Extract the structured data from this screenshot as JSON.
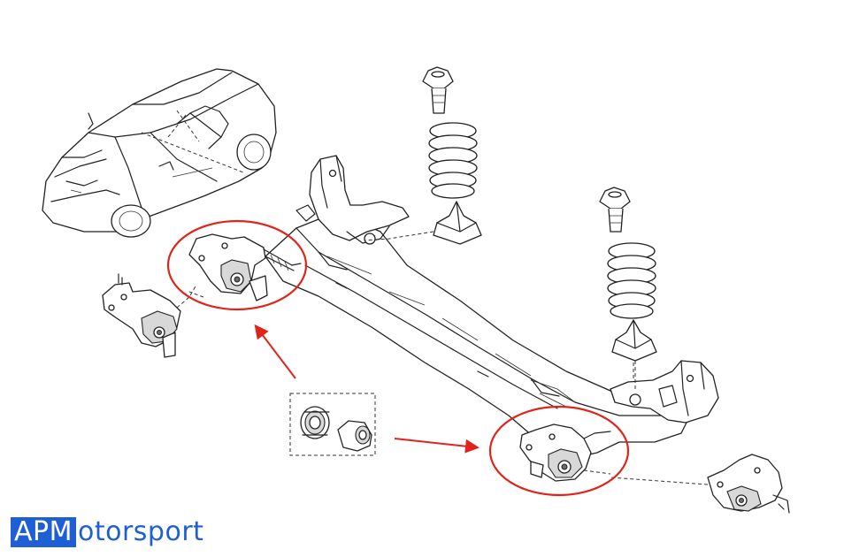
{
  "branding": {
    "logo_boxed": "APM",
    "logo_rest": "otorsport",
    "brand_color": "#1f5fd6"
  },
  "annotations": {
    "highlight_color": "#e0241b",
    "callouts": [
      {
        "target": "left-bushing-mount"
      },
      {
        "target": "right-bushing-mount"
      }
    ]
  }
}
